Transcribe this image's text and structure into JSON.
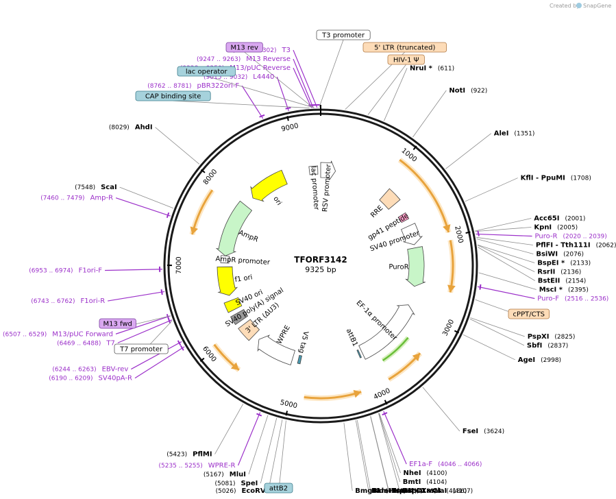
{
  "credit": "Created by",
  "brand": "SnapGene",
  "plasmid": {
    "name": "TFORF3142",
    "length_label": "9325 bp",
    "length": 9325
  },
  "ticks": [
    {
      "label": "1000",
      "pos": 1000
    },
    {
      "label": "2000",
      "pos": 2000
    },
    {
      "label": "3000",
      "pos": 3000
    },
    {
      "label": "4000",
      "pos": 4000
    },
    {
      "label": "5000",
      "pos": 5000
    },
    {
      "label": "6000",
      "pos": 6000
    },
    {
      "label": "7000",
      "pos": 7000
    },
    {
      "label": "8000",
      "pos": 8000
    },
    {
      "label": "9000",
      "pos": 9000
    }
  ],
  "sites": [
    {
      "name": "NruI *",
      "num": "(611)",
      "pos": 611,
      "kind": "enzyme"
    },
    {
      "name": "NotI",
      "num": "(922)",
      "pos": 922,
      "kind": "enzyme"
    },
    {
      "name": "AleI",
      "num": "(1351)",
      "pos": 1351,
      "kind": "enzyme"
    },
    {
      "name": "KflI  - PpuMI",
      "num": "(1708)",
      "pos": 1708,
      "kind": "enzyme"
    },
    {
      "name": "Acc65I",
      "num": "(2001)",
      "pos": 2001,
      "kind": "enzyme"
    },
    {
      "name": "KpnI",
      "num": "(2005)",
      "pos": 2005,
      "kind": "enzyme"
    },
    {
      "name": "Puro-R",
      "num": "(2020 .. 2039)",
      "pos": 2030,
      "kind": "primer"
    },
    {
      "name": "PflFI  - Tth111I",
      "num": "(2062)",
      "pos": 2062,
      "kind": "enzyme"
    },
    {
      "name": "BsiWI",
      "num": "(2076)",
      "pos": 2076,
      "kind": "enzyme"
    },
    {
      "name": "BspEI *",
      "num": "(2133)",
      "pos": 2133,
      "kind": "enzyme"
    },
    {
      "name": "RsrII",
      "num": "(2136)",
      "pos": 2136,
      "kind": "enzyme"
    },
    {
      "name": "BstEII",
      "num": "(2154)",
      "pos": 2154,
      "kind": "enzyme"
    },
    {
      "name": "MscI *",
      "num": "(2395)",
      "pos": 2395,
      "kind": "enzyme"
    },
    {
      "name": "Puro-F",
      "num": "(2516 .. 2536)",
      "pos": 2526,
      "kind": "primer"
    },
    {
      "name": "PspXI",
      "num": "(2825)",
      "pos": 2825,
      "kind": "enzyme"
    },
    {
      "name": "SbfI",
      "num": "(2837)",
      "pos": 2837,
      "kind": "enzyme"
    },
    {
      "name": "AgeI",
      "num": "(2998)",
      "pos": 2998,
      "kind": "enzyme"
    },
    {
      "name": "FseI",
      "num": "(3624)",
      "pos": 3624,
      "kind": "enzyme"
    },
    {
      "name": "EF1a-F",
      "num": "(4046 .. 4066)",
      "pos": 4056,
      "kind": "primer"
    },
    {
      "name": "NheI",
      "num": "(4100)",
      "pos": 4100,
      "kind": "enzyme"
    },
    {
      "name": "BmtI",
      "num": "(4104)",
      "pos": 4104,
      "kind": "enzyme"
    },
    {
      "name": "BspDI  - ClaI",
      "num": "(4107)",
      "pos": 4107,
      "kind": "enzyme"
    },
    {
      "name": "TspMI  - XmaI",
      "num": "(4186)",
      "pos": 4186,
      "kind": "enzyme"
    },
    {
      "name": "SmaI",
      "num": "(4188)",
      "pos": 4188,
      "kind": "enzyme"
    },
    {
      "name": "NdeI",
      "num": "(4317)",
      "pos": 4317,
      "kind": "enzyme"
    },
    {
      "name": "BamHI",
      "num": "(4330)",
      "pos": 4330,
      "kind": "enzyme"
    },
    {
      "name": "BmgBI",
      "num": "(4444)",
      "pos": 4444,
      "kind": "enzyme"
    },
    {
      "name": "EcoRV",
      "num": "(5026)",
      "pos": 5026,
      "kind": "enzyme"
    },
    {
      "name": "SpeI",
      "num": "(5081)",
      "pos": 5081,
      "kind": "enzyme"
    },
    {
      "name": "MluI",
      "num": "(5167)",
      "pos": 5167,
      "kind": "enzyme"
    },
    {
      "name": "WPRE-R",
      "num": "(5235 .. 5255)",
      "pos": 5245,
      "kind": "primer"
    },
    {
      "name": "PflMI",
      "num": "(5423)",
      "pos": 5423,
      "kind": "enzyme"
    },
    {
      "name": "SV40pA-R",
      "num": "(6190 .. 6209)",
      "pos": 6200,
      "kind": "primer"
    },
    {
      "name": "EBV-rev",
      "num": "(6244 .. 6263)",
      "pos": 6254,
      "kind": "primer"
    },
    {
      "name": "T7",
      "num": "(6469 .. 6488)",
      "pos": 6478,
      "kind": "primer"
    },
    {
      "name": "M13/pUC Forward",
      "num": "(6507 .. 6529)",
      "pos": 6518,
      "kind": "primer"
    },
    {
      "name": "F1ori-R",
      "num": "(6743 .. 6762)",
      "pos": 6752,
      "kind": "primer"
    },
    {
      "name": "F1ori-F",
      "num": "(6953 .. 6974)",
      "pos": 6963,
      "kind": "primer"
    },
    {
      "name": "Amp-R",
      "num": "(7460 .. 7479)",
      "pos": 7470,
      "kind": "primer"
    },
    {
      "name": "ScaI",
      "num": "(7548)",
      "pos": 7548,
      "kind": "enzyme"
    },
    {
      "name": "AhdI",
      "num": "(8029)",
      "pos": 8029,
      "kind": "enzyme"
    },
    {
      "name": "pBR322ori-F",
      "num": "(8762 .. 8781)",
      "pos": 8771,
      "kind": "primer"
    },
    {
      "name": "L4440",
      "num": "(9015 .. 9032)",
      "pos": 9023,
      "kind": "primer"
    },
    {
      "name": "M13/pUC Reverse",
      "num": "(9228 .. 9250)",
      "pos": 9239,
      "kind": "primer"
    },
    {
      "name": "M13 Reverse",
      "num": "(9247 .. 9263)",
      "pos": 9255,
      "kind": "primer"
    },
    {
      "name": "T3",
      "num": "(9282 .. 9302)",
      "pos": 9292,
      "kind": "primer"
    }
  ],
  "boxed_labels": [
    {
      "text": "T3 promoter",
      "pos": 9310,
      "style": "white"
    },
    {
      "text": "5' LTR (truncated)",
      "pos": 230,
      "style": "peach"
    },
    {
      "text": "HIV-1 Ψ",
      "pos": 450,
      "style": "peach"
    },
    {
      "text": "M13 rev",
      "pos": 9255,
      "style": "purple"
    },
    {
      "text": "lac operator",
      "pos": 9265,
      "style": "teal"
    },
    {
      "text": "CAP binding site",
      "pos": 9220,
      "style": "teal"
    },
    {
      "text": "cPPT/CTS",
      "pos": 2650,
      "style": "peach"
    },
    {
      "text": "attB2",
      "pos": 4990,
      "style": "teal"
    },
    {
      "text": "M13 fwd",
      "pos": 6518,
      "style": "purple"
    },
    {
      "text": "T7 promoter",
      "pos": 6470,
      "style": "white"
    }
  ],
  "features": [
    {
      "label": "lac promoter",
      "start": 9150,
      "end": 9280,
      "type": "small",
      "color": "#ffffff"
    },
    {
      "label": "RSV promoter",
      "start": 0,
      "end": 230,
      "type": "arrow",
      "color": "#ffffff"
    },
    {
      "label": "RRE",
      "start": 1080,
      "end": 1300,
      "type": "box",
      "color": "#fddcb8"
    },
    {
      "label": "gp41 peptide",
      "start": 1500,
      "end": 1600,
      "type": "small",
      "color": "#ff9ec8"
    },
    {
      "label": "SV40 promoter",
      "start": 1700,
      "end": 2000,
      "type": "arrow",
      "color": "#ffffff"
    },
    {
      "label": "PuroR",
      "start": 2050,
      "end": 2650,
      "type": "arrow",
      "color": "#c8f5c8"
    },
    {
      "label": "EF-1α promoter",
      "start": 2950,
      "end": 4000,
      "type": "arrow-rev",
      "color": "#ffffff"
    },
    {
      "label": "attB1",
      "start": 4040,
      "end": 4060,
      "type": "small",
      "color": "#4a9ab0"
    },
    {
      "label": "V5 tag",
      "start": 4970,
      "end": 5010,
      "type": "small",
      "color": "#4a9ab0"
    },
    {
      "label": "WPRE",
      "start": 5100,
      "end": 5700,
      "type": "arrow",
      "color": "#ffffff"
    },
    {
      "label": "3' LTR (ΔU3)",
      "start": 5800,
      "end": 6030,
      "type": "box",
      "color": "#fddcb8"
    },
    {
      "label": "SV40 poly(A) signal",
      "start": 6100,
      "end": 6230,
      "type": "box",
      "color": "#999999"
    },
    {
      "label": "SV40 ori",
      "start": 6300,
      "end": 6450,
      "type": "box",
      "color": "#ffff00"
    },
    {
      "label": "f1 ori",
      "start": 6530,
      "end": 6980,
      "type": "arrow-rev",
      "color": "#ffff00"
    },
    {
      "label": "AmpR promoter",
      "start": 7040,
      "end": 7150,
      "type": "small",
      "color": "#ffffff"
    },
    {
      "label": "AmpR",
      "start": 7150,
      "end": 8000,
      "type": "arrow-rev",
      "color": "#c8f5c8"
    },
    {
      "label": "ori",
      "start": 8160,
      "end": 8750,
      "type": "arrow-rev",
      "color": "#ffff00"
    }
  ],
  "orfs": [
    {
      "start": 950,
      "end": 1950,
      "dir": 1
    },
    {
      "start": 2040,
      "end": 2630,
      "dir": 1
    },
    {
      "start": 3400,
      "end": 3860,
      "dir": -1
    },
    {
      "start": 4200,
      "end": 4850,
      "dir": -1
    },
    {
      "start": 5650,
      "end": 6050,
      "dir": -1
    },
    {
      "start": 7350,
      "end": 7900,
      "dir": -1
    }
  ],
  "colors": {
    "backbone": "#1a1a1a",
    "primer": "#9b2fc9",
    "enzyme_line": "#8a8a8a",
    "orf_fill": "#e8a33c",
    "orf_halo": "#fde7c4",
    "ef1a_arrow": "#6abf3a"
  }
}
